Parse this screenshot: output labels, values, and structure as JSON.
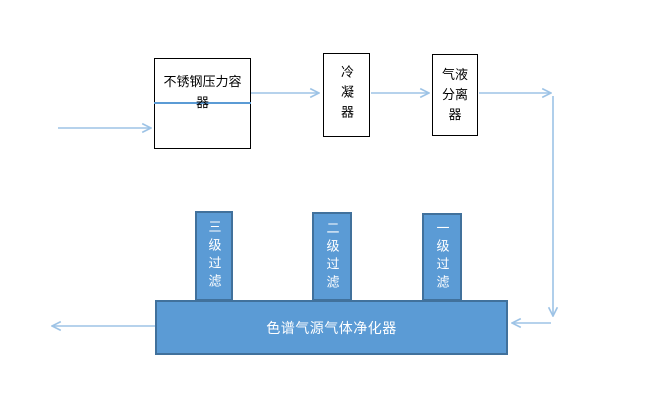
{
  "diagram": {
    "colors": {
      "line": "#9DC3E6",
      "level_line": "#5B9BD5",
      "box_fill": "#5B9BD5",
      "box_border": "#41719C",
      "outline_border": "#000000",
      "label_dark": "#000000",
      "label_light": "#FFFFFF"
    },
    "nodes": {
      "vessel": {
        "label_lines": [
          "不锈钢压力容",
          "器"
        ]
      },
      "condenser": {
        "label": "冷凝器"
      },
      "separator": {
        "label_lines": [
          "气液",
          "分离",
          "器"
        ]
      },
      "filter_stage3": {
        "label": "三级过滤"
      },
      "filter_stage2": {
        "label": "二级过滤"
      },
      "filter_stage1": {
        "label": "一级过滤"
      },
      "purifier": {
        "label": "色谱气源气体净化器"
      }
    }
  }
}
